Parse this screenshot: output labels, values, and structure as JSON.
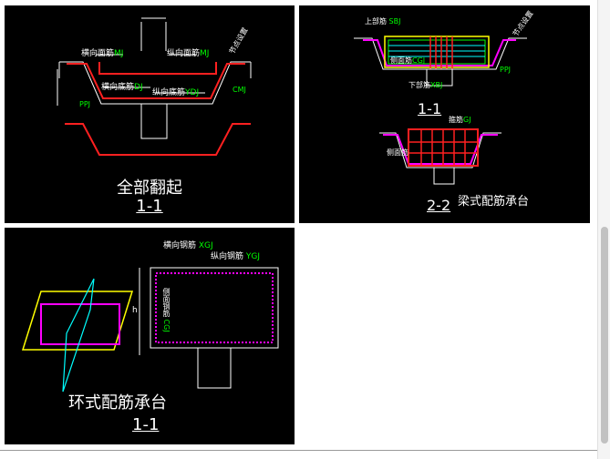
{
  "panel1": {
    "caption": "全部翻起",
    "section": "1-1",
    "labels": {
      "heng_mian": "横向面筋",
      "heng_mian_code": "MJ",
      "zong_mian": "纵向面筋",
      "zong_mian_code": "MJ",
      "heng_di": "横向底筋",
      "heng_di_code": "DJ",
      "zong_di": "纵向底筋",
      "zong_di_code": "YDJ",
      "jieliang": "节点设置",
      "cmj": "CMJ",
      "ppj": "PPJ"
    }
  },
  "panel2": {
    "section_top": "1-1",
    "section_bottom": "2-2",
    "caption": "梁式配筋承台",
    "labels": {
      "top_bar": "上部筋",
      "top_bar_code": "SBJ",
      "side_bar": "侧面筋",
      "side_bar_code": "CGJ",
      "bottom_bar": "下部筋",
      "bottom_bar_code": "XBJ",
      "stirrup": "箍筋",
      "stirrup_code": "GJ",
      "side_bar2": "侧面筋",
      "jieliang": "节点设置",
      "ppj": "PPJ"
    }
  },
  "panel3": {
    "caption": "环式配筋承台",
    "section": "1-1",
    "labels": {
      "heng_bar": "横向钢筋",
      "heng_bar_code": "XGJ",
      "zong_bar": "纵向钢筋",
      "zong_bar_code": "YGJ",
      "side_bar": "侧面钢筋",
      "side_bar_code": "CGJ",
      "h": "h"
    }
  },
  "colors": {
    "background": "#000000",
    "rebar_red": "#ff2020",
    "concrete_white": "#ffffff",
    "magenta": "#ff00ff",
    "cyan": "#00ffff",
    "yellow": "#ffff00",
    "green": "#00ff00"
  }
}
